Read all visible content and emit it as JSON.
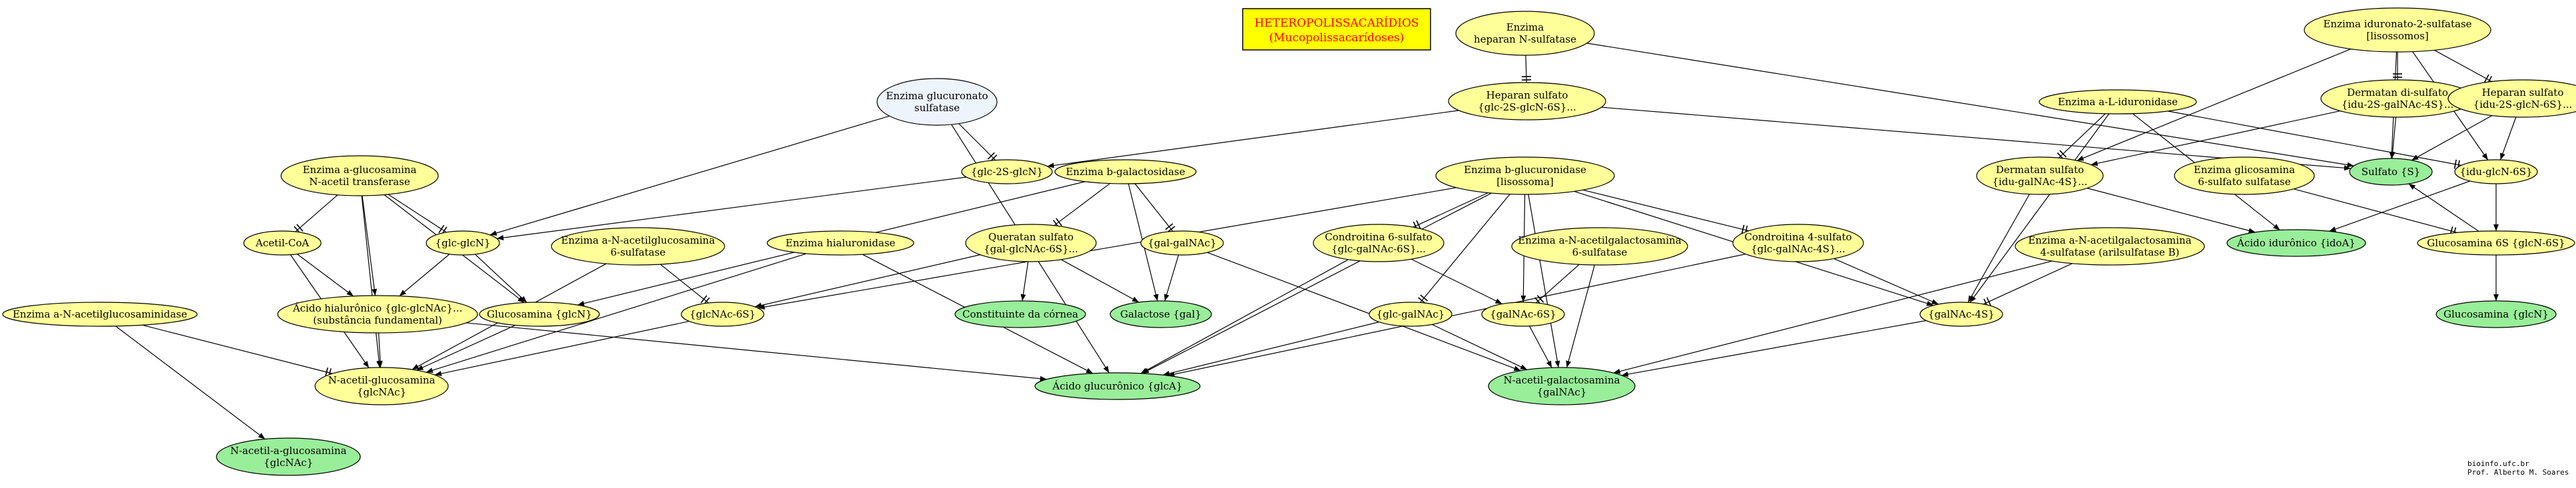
{
  "title": {
    "line1": "HETEROPOLISSACARÍDIOS",
    "line2": "(Mucopolissacarídoses)",
    "text_color": "#ff0000",
    "fill": "#ffff00"
  },
  "palette": {
    "yellow_node": "#ffff99",
    "green_node": "#99ee99",
    "blue_node": "#eef4fb",
    "edge": "#000000"
  },
  "nodes": [
    {
      "id": "enz_hep_nsulf",
      "lines": [
        "Enzima",
        "heparan N-sulfatase"
      ],
      "color": "yellow"
    },
    {
      "id": "enz_iduronato2",
      "lines": [
        "Enzima iduronato-2-sulfatase",
        "[lisossomos]"
      ],
      "color": "yellow"
    },
    {
      "id": "enz_glucuronato",
      "lines": [
        "Enzima glucuronato",
        "sulfatase"
      ],
      "color": "blue"
    },
    {
      "id": "heparan_sulf",
      "lines": [
        "Heparan sulfato",
        "{glc-2S-glcN-6S}..."
      ],
      "color": "yellow"
    },
    {
      "id": "dermatan_di",
      "lines": [
        "Dermatan di-sulfato",
        "{idu-2S-galNAc-4S}..."
      ],
      "color": "yellow"
    },
    {
      "id": "heparan_sulf2",
      "lines": [
        "Heparan sulfato",
        "{idu-2S-glcN-6S}..."
      ],
      "color": "yellow"
    },
    {
      "id": "enz_aliduro",
      "lines": [
        "Enzima a-L-iduronidase"
      ],
      "color": "yellow"
    },
    {
      "id": "sulfato",
      "lines": [
        "Sulfato {S}"
      ],
      "color": "green"
    },
    {
      "id": "enz_aglucos_nacet",
      "lines": [
        "Enzima a-glucosamina",
        "N-acetil transferase"
      ],
      "color": "yellow"
    },
    {
      "id": "glc2s_glcn",
      "lines": [
        "{glc-2S-glcN}"
      ],
      "color": "yellow"
    },
    {
      "id": "enz_bgalact",
      "lines": [
        "Enzima b-galactosidase"
      ],
      "color": "yellow"
    },
    {
      "id": "enz_bglucur",
      "lines": [
        "Enzima b-glucuronidase",
        "[lisossoma]"
      ],
      "color": "yellow"
    },
    {
      "id": "dermatan_sulf",
      "lines": [
        "Dermatan sulfato",
        "{idu-galNAc-4S}..."
      ],
      "color": "yellow"
    },
    {
      "id": "enz_glcsam6",
      "lines": [
        "Enzima glicosamina",
        "6-sulfato sulfatase"
      ],
      "color": "yellow"
    },
    {
      "id": "idu_glcn6s",
      "lines": [
        "{idu-glcN-6S}"
      ],
      "color": "yellow"
    },
    {
      "id": "acetil_coa",
      "lines": [
        "Acetil-CoA"
      ],
      "color": "yellow"
    },
    {
      "id": "glc_glcn",
      "lines": [
        "{glc-glcN}"
      ],
      "color": "yellow"
    },
    {
      "id": "enz_nacglcsam6",
      "lines": [
        "Enzima a-N-acetilglucosamina",
        "6-sulfatase"
      ],
      "color": "yellow"
    },
    {
      "id": "enz_hialuron",
      "lines": [
        "Enzima hialuronidase"
      ],
      "color": "yellow"
    },
    {
      "id": "queratan",
      "lines": [
        "Queratan sulfato",
        "{gal-glcNAc-6S}..."
      ],
      "color": "yellow"
    },
    {
      "id": "gal_galnac",
      "lines": [
        "{gal-galNAc}"
      ],
      "color": "yellow"
    },
    {
      "id": "condroitina6",
      "lines": [
        "Condroitina 6-sulfato",
        "{glc-galNAc-6S}..."
      ],
      "color": "yellow"
    },
    {
      "id": "enz_nacgalsam6",
      "lines": [
        "Enzima a-N-acetilgalactosamina",
        "6-sulfatase"
      ],
      "color": "yellow"
    },
    {
      "id": "condroitina4",
      "lines": [
        "Condroitina 4-sulfato",
        "{glc-galNAc-4S}..."
      ],
      "color": "yellow"
    },
    {
      "id": "acido_iduronico",
      "lines": [
        "Ácido idurônico {idoA}"
      ],
      "color": "green"
    },
    {
      "id": "glcsam6s",
      "lines": [
        "Glucosamina 6S {glcN-6S}"
      ],
      "color": "yellow"
    },
    {
      "id": "enz_nacgalsam4",
      "lines": [
        "Enzima a-N-acetilgalactosamina",
        "4-sulfatase (arilsulfatase B)"
      ],
      "color": "yellow"
    },
    {
      "id": "enz_nacglcsaminidase",
      "lines": [
        "Enzima a-N-acetilglucosaminidase"
      ],
      "color": "yellow"
    },
    {
      "id": "acido_hialuronico",
      "lines": [
        "Ácido hialurônico {glc-glcNAc}...",
        "(substância fundamental)"
      ],
      "color": "yellow"
    },
    {
      "id": "glucosamina",
      "lines": [
        "Glucosamina {glcN}"
      ],
      "color": "yellow"
    },
    {
      "id": "glcnac6s",
      "lines": [
        "{glcNAc-6S}"
      ],
      "color": "yellow"
    },
    {
      "id": "const_cornea",
      "lines": [
        "Constituinte da córnea"
      ],
      "color": "green"
    },
    {
      "id": "galactose",
      "lines": [
        "Galactose {gal}"
      ],
      "color": "green"
    },
    {
      "id": "glc_galnac",
      "lines": [
        "{glc-galNAc}"
      ],
      "color": "yellow"
    },
    {
      "id": "galnac6s",
      "lines": [
        "{galNAc-6S}"
      ],
      "color": "yellow"
    },
    {
      "id": "galnac4s",
      "lines": [
        "{galNAc-4S}"
      ],
      "color": "yellow"
    },
    {
      "id": "glucosamina2",
      "lines": [
        "Glucosamina {glcN}"
      ],
      "color": "green"
    },
    {
      "id": "nacet_glcsam",
      "lines": [
        "N-acetil-glucosamina",
        "{glcNAc}"
      ],
      "color": "yellow"
    },
    {
      "id": "acido_glucuronico",
      "lines": [
        "Ácido glucurônico {glcA}"
      ],
      "color": "green"
    },
    {
      "id": "nacet_galsam",
      "lines": [
        "N-acetil-galactosamina",
        "{galNAc}"
      ],
      "color": "green"
    },
    {
      "id": "nacet_aglcsam",
      "lines": [
        "N-acetil-a-glucosamina",
        "{glcNAc}"
      ],
      "color": "green"
    }
  ],
  "edges": [
    {
      "from": "enz_hep_nsulf",
      "to": "heparan_sulf",
      "style": "tee"
    },
    {
      "from": "enz_hep_nsulf",
      "to": "sulfato",
      "style": "arrow"
    },
    {
      "from": "enz_iduronato2",
      "to": "dermatan_di",
      "style": "tee"
    },
    {
      "from": "enz_iduronato2",
      "to": "heparan_sulf2",
      "style": "tee"
    },
    {
      "from": "enz_iduronato2",
      "to": "sulfato",
      "style": "arrow"
    },
    {
      "from": "enz_iduronato2",
      "to": "dermatan_sulf",
      "style": "arrow"
    },
    {
      "from": "enz_iduronato2",
      "to": "idu_glcn6s",
      "style": "arrow"
    },
    {
      "from": "heparan_sulf",
      "to": "glc2s_glcn",
      "style": "arrow"
    },
    {
      "from": "heparan_sulf",
      "to": "sulfato",
      "style": "arrow"
    },
    {
      "from": "dermatan_di",
      "to": "sulfato",
      "style": "arrow"
    },
    {
      "from": "dermatan_di",
      "to": "dermatan_sulf",
      "style": "arrow"
    },
    {
      "from": "heparan_sulf2",
      "to": "sulfato",
      "style": "arrow"
    },
    {
      "from": "heparan_sulf2",
      "to": "idu_glcn6s",
      "style": "arrow"
    },
    {
      "from": "enz_aliduro",
      "to": "dermatan_sulf",
      "style": "tee"
    },
    {
      "from": "enz_aliduro",
      "to": "idu_glcn6s",
      "style": "tee"
    },
    {
      "from": "enz_aliduro",
      "to": "acido_iduronico",
      "style": "arrow"
    },
    {
      "from": "enz_aliduro",
      "to": "galnac4s",
      "style": "arrow"
    },
    {
      "from": "dermatan_sulf",
      "to": "acido_iduronico",
      "style": "arrow"
    },
    {
      "from": "dermatan_sulf",
      "to": "galnac4s",
      "style": "arrow"
    },
    {
      "from": "idu_glcn6s",
      "to": "acido_iduronico",
      "style": "arrow"
    },
    {
      "from": "idu_glcn6s",
      "to": "glcsam6s",
      "style": "arrow"
    },
    {
      "from": "enz_glcsam6",
      "to": "glcsam6s",
      "style": "tee"
    },
    {
      "from": "glcsam6s",
      "to": "glucosamina2",
      "style": "arrow"
    },
    {
      "from": "glcsam6s",
      "to": "sulfato",
      "style": "arrow"
    },
    {
      "from": "enz_glucuronato",
      "to": "glc2s_glcn",
      "style": "tee"
    },
    {
      "from": "enz_glucuronato",
      "to": "glc_glcn",
      "style": "arrow"
    },
    {
      "from": "enz_glucuronato",
      "to": "acido_glucuronico",
      "style": "arrow"
    },
    {
      "from": "glc2s_glcn",
      "to": "glc_glcn",
      "style": "arrow"
    },
    {
      "from": "enz_aglucos_nacet",
      "to": "acetil_coa",
      "style": "tee"
    },
    {
      "from": "enz_aglucos_nacet",
      "to": "glc_glcn",
      "style": "tee"
    },
    {
      "from": "enz_aglucos_nacet",
      "to": "acido_hialuronico",
      "style": "arrow"
    },
    {
      "from": "enz_aglucos_nacet",
      "to": "glucosamina",
      "style": "arrow"
    },
    {
      "from": "enz_aglucos_nacet",
      "to": "nacet_glcsam",
      "style": "arrow"
    },
    {
      "from": "acetil_coa",
      "to": "acido_hialuronico",
      "style": "arrow"
    },
    {
      "from": "acetil_coa",
      "to": "nacet_glcsam",
      "style": "arrow"
    },
    {
      "from": "glc_glcn",
      "to": "acido_hialuronico",
      "style": "arrow"
    },
    {
      "from": "glc_glcn",
      "to": "glucosamina",
      "style": "arrow"
    },
    {
      "from": "enz_nacglcsaminidase",
      "to": "nacet_glcsam",
      "style": "tee"
    },
    {
      "from": "enz_nacglcsaminidase",
      "to": "nacet_aglcsam",
      "style": "arrow"
    },
    {
      "from": "acido_hialuronico",
      "to": "nacet_glcsam",
      "style": "arrow"
    },
    {
      "from": "acido_hialuronico",
      "to": "acido_glucuronico",
      "style": "arrow"
    },
    {
      "from": "glucosamina",
      "to": "nacet_glcsam",
      "style": "arrow"
    },
    {
      "from": "enz_nacglcsam6",
      "to": "glcnac6s",
      "style": "tee"
    },
    {
      "from": "enz_nacglcsam6",
      "to": "nacet_glcsam",
      "style": "arrow"
    },
    {
      "from": "glcnac6s",
      "to": "nacet_glcsam",
      "style": "arrow"
    },
    {
      "from": "enz_hialuron",
      "to": "nacet_glcsam",
      "style": "arrow"
    },
    {
      "from": "enz_hialuron",
      "to": "acido_glucuronico",
      "style": "arrow"
    },
    {
      "from": "enz_bgalact",
      "to": "queratan",
      "style": "tee"
    },
    {
      "from": "enz_bgalact",
      "to": "gal_galnac",
      "style": "tee"
    },
    {
      "from": "enz_bgalact",
      "to": "galactose",
      "style": "arrow"
    },
    {
      "from": "enz_bgalact",
      "to": "glucosamina",
      "style": "arrow"
    },
    {
      "from": "queratan",
      "to": "const_cornea",
      "style": "arrow"
    },
    {
      "from": "queratan",
      "to": "glcnac6s",
      "style": "arrow"
    },
    {
      "from": "queratan",
      "to": "galactose",
      "style": "arrow"
    },
    {
      "from": "gal_galnac",
      "to": "galactose",
      "style": "arrow"
    },
    {
      "from": "gal_galnac",
      "to": "nacet_galsam",
      "style": "arrow"
    },
    {
      "from": "enz_bglucur",
      "to": "condroitina6",
      "style": "tee"
    },
    {
      "from": "enz_bglucur",
      "to": "condroitina4",
      "style": "tee"
    },
    {
      "from": "enz_bglucur",
      "to": "glc_galnac",
      "style": "tee"
    },
    {
      "from": "enz_bglucur",
      "to": "galnac6s",
      "style": "arrow"
    },
    {
      "from": "enz_bglucur",
      "to": "galnac4s",
      "style": "arrow"
    },
    {
      "from": "enz_bglucur",
      "to": "acido_glucuronico",
      "style": "arrow"
    },
    {
      "from": "enz_bglucur",
      "to": "nacet_galsam",
      "style": "arrow"
    },
    {
      "from": "enz_bglucur",
      "to": "glcnac6s",
      "style": "arrow"
    },
    {
      "from": "condroitina6",
      "to": "galnac6s",
      "style": "arrow"
    },
    {
      "from": "condroitina6",
      "to": "acido_glucuronico",
      "style": "arrow"
    },
    {
      "from": "condroitina4",
      "to": "galnac4s",
      "style": "arrow"
    },
    {
      "from": "condroitina4",
      "to": "acido_glucuronico",
      "style": "arrow"
    },
    {
      "from": "glc_galnac",
      "to": "acido_glucuronico",
      "style": "arrow"
    },
    {
      "from": "glc_galnac",
      "to": "nacet_galsam",
      "style": "arrow"
    },
    {
      "from": "enz_nacgalsam6",
      "to": "galnac6s",
      "style": "tee"
    },
    {
      "from": "enz_nacgalsam6",
      "to": "nacet_galsam",
      "style": "arrow"
    },
    {
      "from": "galnac6s",
      "to": "nacet_galsam",
      "style": "arrow"
    },
    {
      "from": "enz_nacgalsam4",
      "to": "galnac4s",
      "style": "tee"
    },
    {
      "from": "enz_nacgalsam4",
      "to": "nacet_galsam",
      "style": "arrow"
    },
    {
      "from": "galnac4s",
      "to": "nacet_galsam",
      "style": "arrow"
    }
  ],
  "footer": {
    "line1": "bioinfo.ufc.br",
    "line2": "Prof. Alberto M. Soares"
  }
}
